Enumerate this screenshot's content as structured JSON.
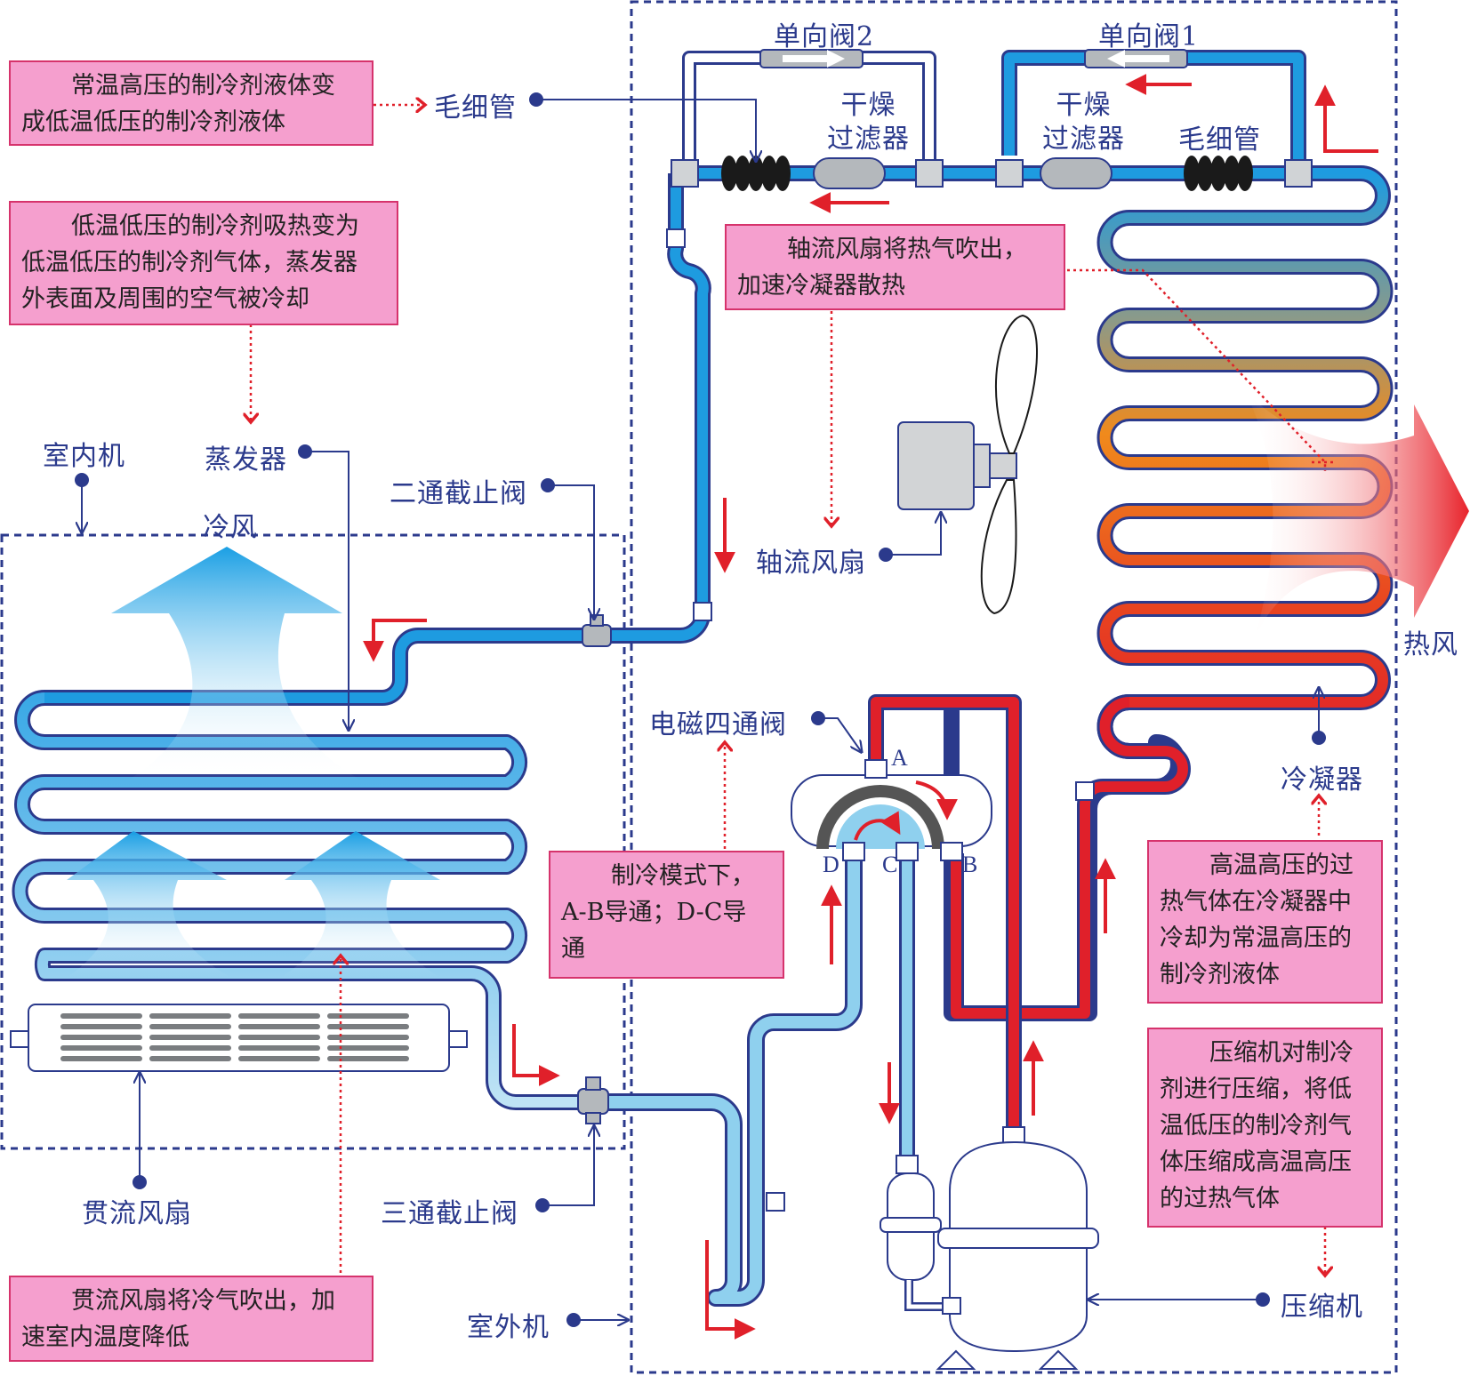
{
  "labels": {
    "indoor_unit": "室内机",
    "outdoor_unit": "室外机",
    "evaporator": "蒸发器",
    "cold_air": "冷风",
    "hot_air": "热风",
    "capillary_left": "毛细管",
    "capillary_right": "毛细管",
    "check_valve_2": "单向阀2",
    "check_valve_1": "单向阀1",
    "dryer_filter_left": [
      "干燥",
      "过滤器"
    ],
    "dryer_filter_right": [
      "干燥",
      "过滤器"
    ],
    "two_way_valve": "二通截止阀",
    "three_way_valve": "三通截止阀",
    "axial_fan": "轴流风扇",
    "four_way_valve": "电磁四通阀",
    "condenser": "冷凝器",
    "cross_flow_fan": "贯流风扇",
    "compressor": "压缩机",
    "port_a": "A",
    "port_b": "B",
    "port_c": "C",
    "port_d": "D"
  },
  "notes": {
    "capillary": [
      "常温高压的制冷剂液体变",
      "成低温低压的制冷剂液体"
    ],
    "evaporator": [
      "低温低压的制冷剂吸热变为",
      "低温低压的制冷剂气体，蒸发器",
      "外表面及周围的空气被冷却"
    ],
    "axial_fan": [
      "轴流风扇将热气吹出，",
      "加速冷凝器散热"
    ],
    "four_way": [
      "制冷模式下，",
      "A-B导通；D-C导",
      "通"
    ],
    "condenser": [
      "高温高压的过",
      "热气体在冷凝器中",
      "冷却为常温高压的",
      "制冷剂液体"
    ],
    "compressor": [
      "压缩机对制冷",
      "剂进行压缩，将低",
      "温低压的制冷剂气",
      "体压缩成高温高压",
      "的过热气体"
    ],
    "cross_flow_fan": [
      "贯流风扇将冷气吹出，加",
      "速室内温度降低"
    ]
  },
  "colors": {
    "cold_pipe": "#1e9be0",
    "suction_pipe": "#8fd0ee",
    "hot_pipe": "#e0202a",
    "dashed_frame": "#2b3a8c",
    "note_fill": "#f59fce",
    "note_border": "#d6336c",
    "label_text": "#2b3a8c"
  },
  "icons": [
    "fan-blade-icon",
    "fan-motor-icon",
    "compressor-icon",
    "accumulator-icon",
    "check-valve-icon",
    "dryer-filter-icon",
    "capillary-coil-icon",
    "stop-valve-icon"
  ]
}
